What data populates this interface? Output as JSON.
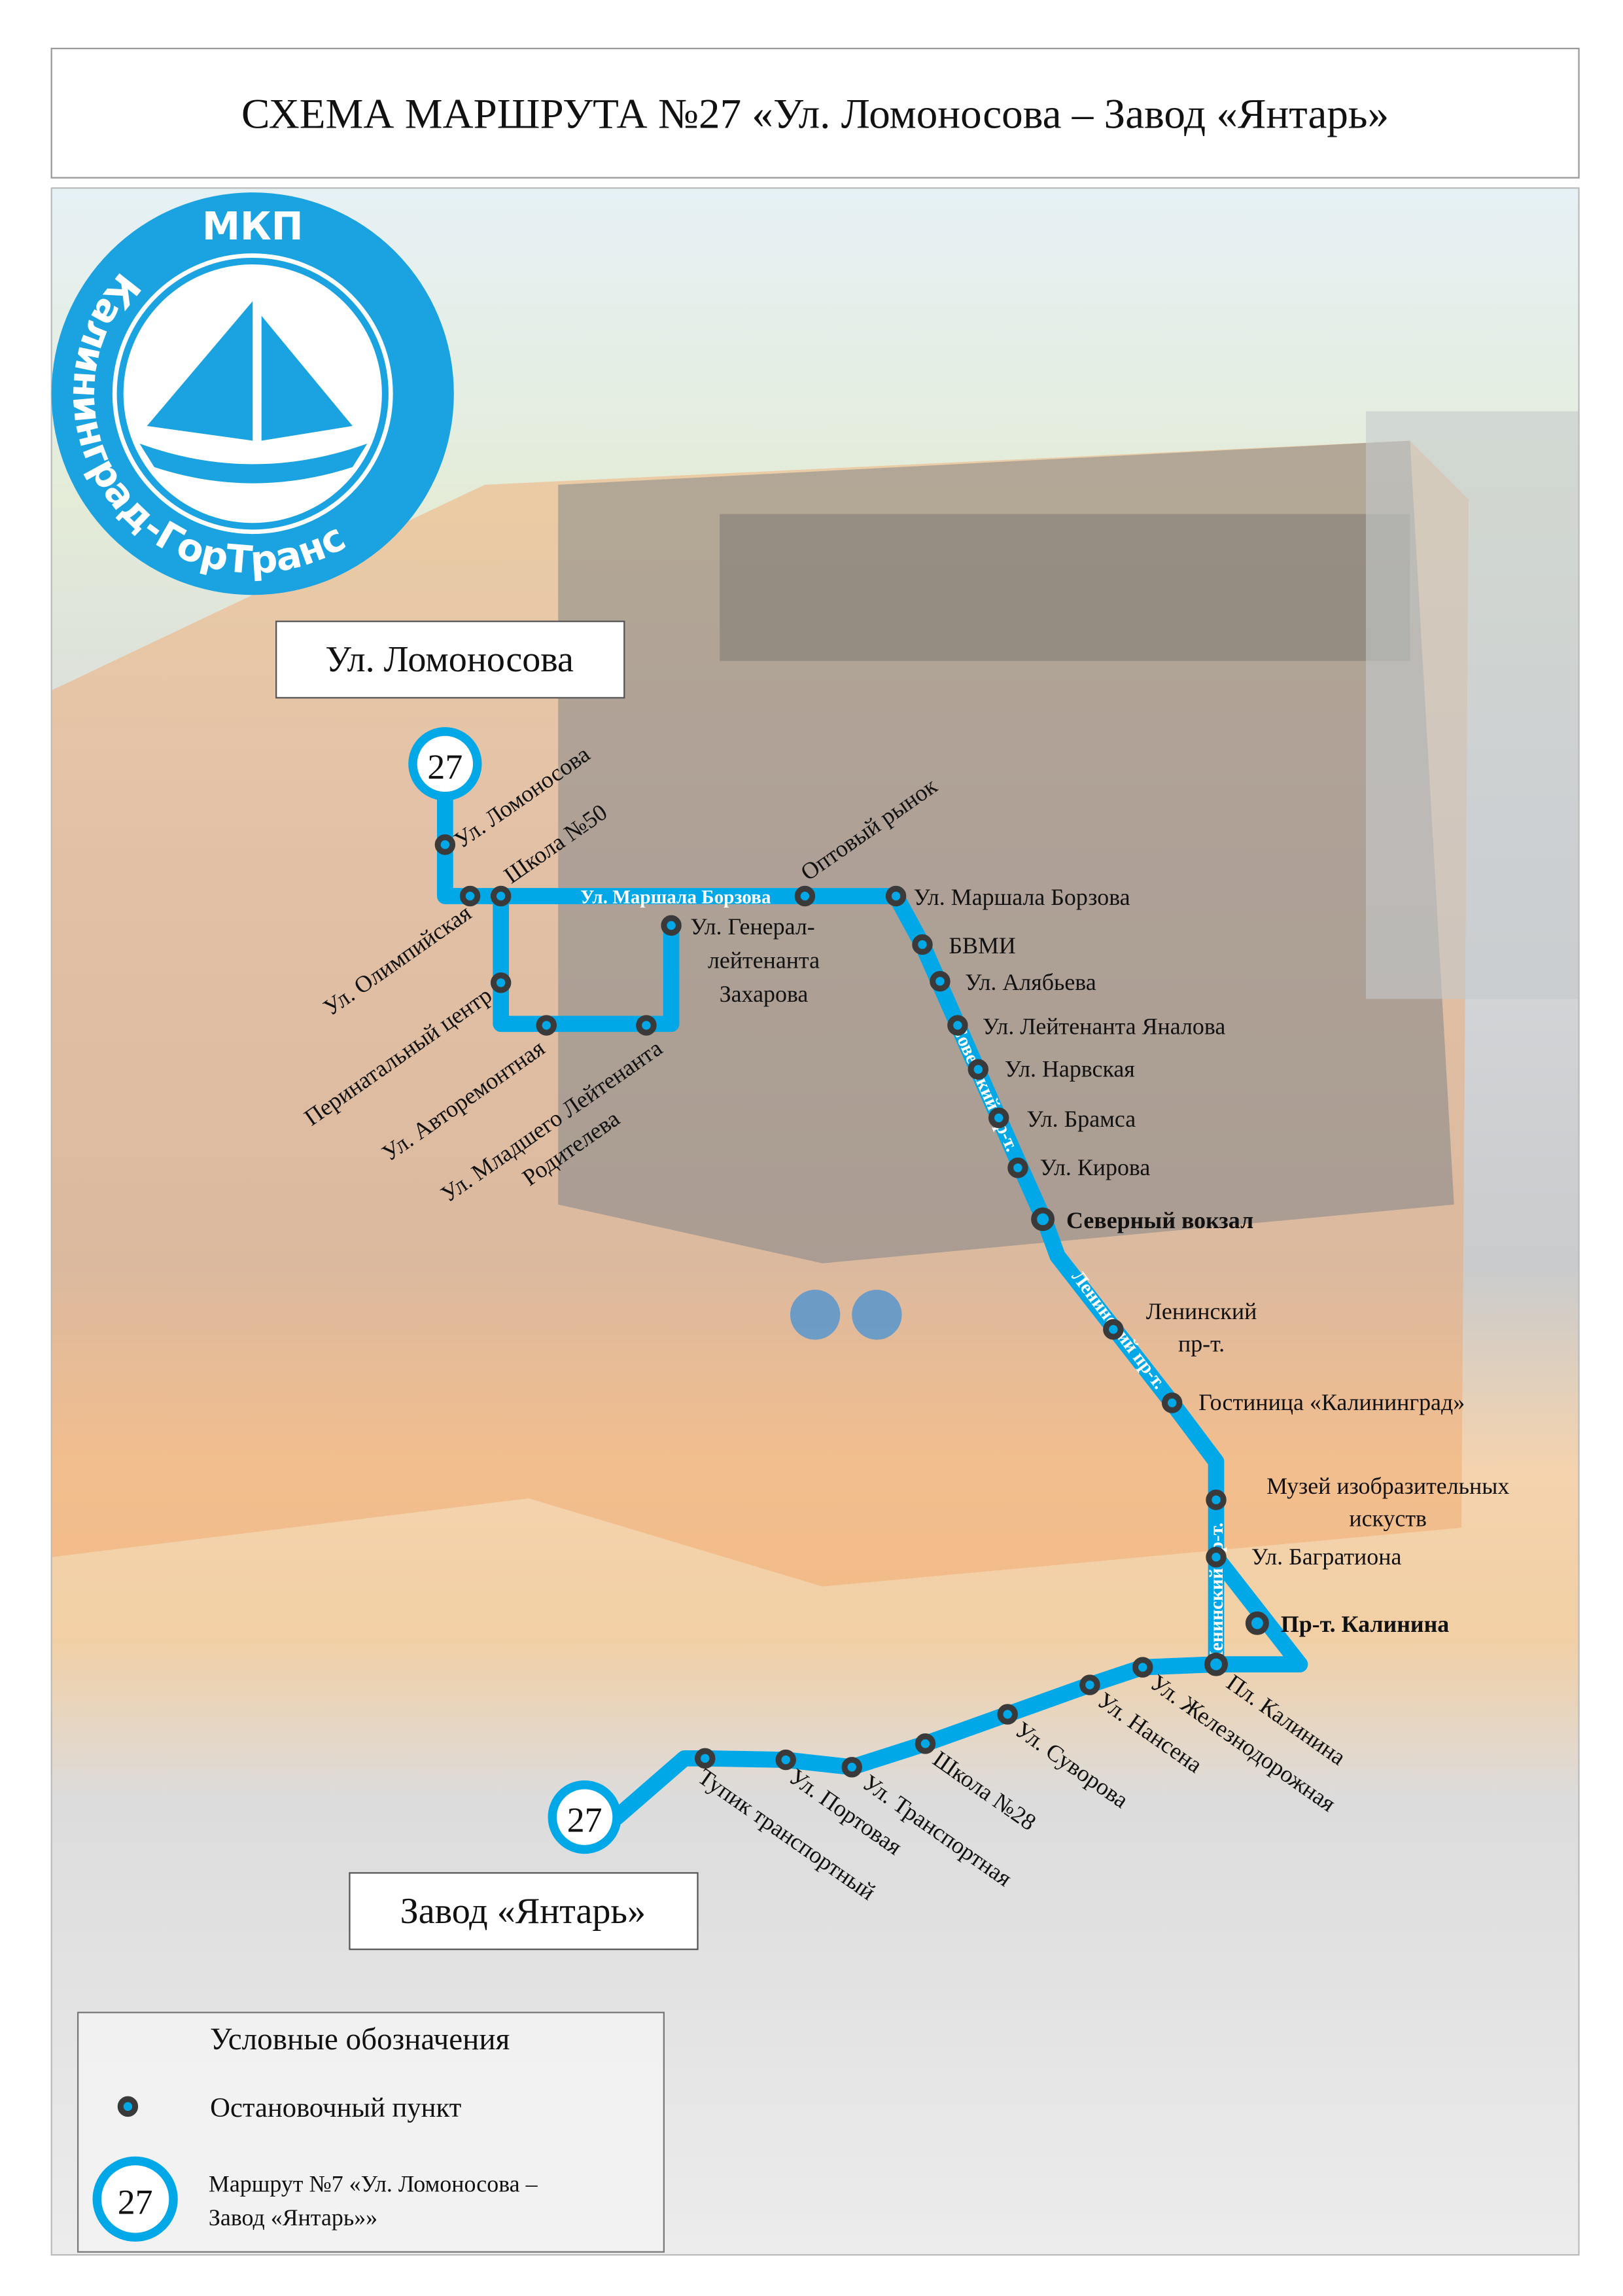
{
  "title": "СХЕМА МАРШРУТА №27 «Ул. Ломоносова – Завод «Янтарь»",
  "logo": {
    "top_text": "МКП",
    "ring_text": "Калининград-ГорТранс"
  },
  "route_number": "27",
  "terminals": {
    "start": "Ул. Ломоносова",
    "end": "Завод «Янтарь»"
  },
  "streets": {
    "borzova": "Ул. Маршала Борзова",
    "sovetsky": "Советский пр-т.",
    "leninsky1": "Ленинский пр-т.",
    "leninsky2": "Ленинский пр-т."
  },
  "stops": {
    "lomonosova": "Ул. Ломоносова",
    "olimpiyskaya": "Ул. Олимпийская",
    "school50": "Школа №50",
    "perinatal": "Перинатальный центр",
    "avtoremont": "Ул. Авторемонтная",
    "roditeleva_1": "Ул. Младшего Лейтенанта",
    "roditeleva_2": "Родителева",
    "zakharova_1": "Ул. Генерал-",
    "zakharova_2": "лейтенанта",
    "zakharova_3": "Захарова",
    "optovy": "Оптовый рынок",
    "borzova": "Ул. Маршала Борзова",
    "bvmi": "БВМИ",
    "alyabyeva": "Ул. Алябьева",
    "yanalova": "Ул. Лейтенанта Яналова",
    "narvskaya": "Ул. Нарвская",
    "bramsa": "Ул. Брамса",
    "kirova": "Ул. Кирова",
    "severny": "Северный вокзал",
    "leninsky_1": "Ленинский",
    "leninsky_2": "пр-т.",
    "gostinitsa": "Гостиница «Калининград»",
    "muzey_1": "Музей изобразительных",
    "muzey_2": "искуств",
    "bagrationa": "Ул. Багратиона",
    "kalinina_pr": "Пр-т. Калинина",
    "kalinina_pl": "Пл. Калинина",
    "zheleznodor": "Ул. Железнодорожная",
    "nansena": "Ул. Нансена",
    "suvorova": "Ул. Суворова",
    "school28": "Школа №28",
    "transportnaya": "Ул. Транспортная",
    "portovaya": "Ул. Портовая",
    "tupik": "Тупик транспортный"
  },
  "legend": {
    "title": "Условные обозначения",
    "stop": "Остановочный пункт",
    "route_1": "Маршрут №7 «Ул. Ломоносова –",
    "route_2": "Завод «Янтарь»»"
  },
  "colors": {
    "route": "#00a8e8",
    "stop": "#3a3a3a",
    "bus": "#f08a3c"
  }
}
